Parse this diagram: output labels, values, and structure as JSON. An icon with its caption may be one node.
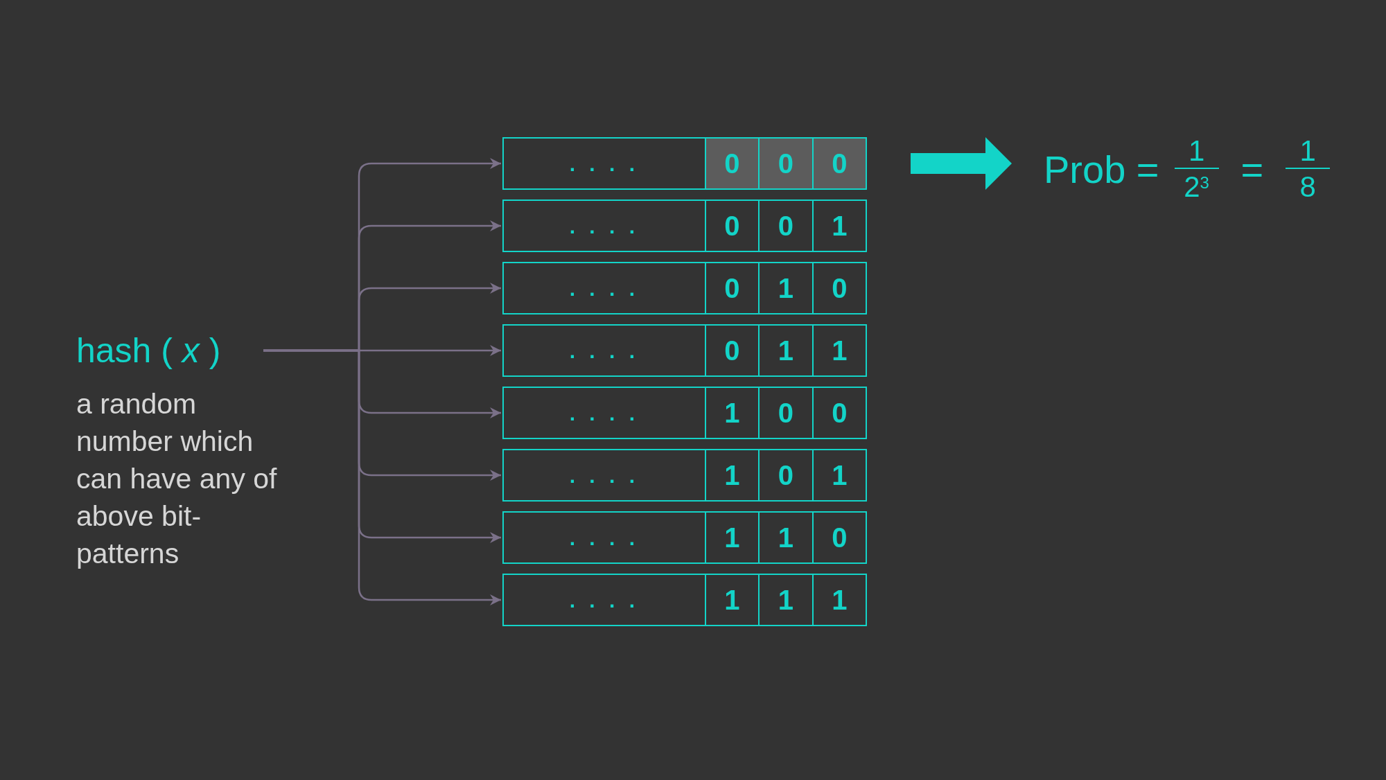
{
  "diagram": {
    "nodes": [
      {
        "text": [
          "hash ( *x* )"
        ],
        "beside": [
          "a random number which can have any of above bit-patterns"
        ]
      },
      {
        "text": [],
        "shape": "box"
      },
      {
        "text": [
          ". . . ."
        ],
        "in": 1
      },
      {
        "text": [
          "0"
        ],
        "in": 1
      },
      {
        "text": [
          "0"
        ],
        "in": 1
      },
      {
        "text": [
          "0"
        ],
        "in": 1
      },
      {
        "text": [],
        "shape": "box"
      },
      {
        "text": [
          ". . . ."
        ],
        "in": 6
      },
      {
        "text": [
          "0"
        ],
        "in": 6
      },
      {
        "text": [
          "0"
        ],
        "in": 6
      },
      {
        "text": [
          "1"
        ],
        "in": 6
      },
      {
        "text": [],
        "shape": "box"
      },
      {
        "text": [
          ". . . ."
        ],
        "in": 11
      },
      {
        "text": [
          "0"
        ],
        "in": 11
      },
      {
        "text": [
          "1"
        ],
        "in": 11
      },
      {
        "text": [
          "0"
        ],
        "in": 11
      },
      {
        "text": [],
        "shape": "box"
      },
      {
        "text": [
          ". . . ."
        ],
        "in": 16
      },
      {
        "text": [
          "0"
        ],
        "in": 16
      },
      {
        "text": [
          "1"
        ],
        "in": 16
      },
      {
        "text": [
          "1"
        ],
        "in": 16
      },
      {
        "text": [],
        "shape": "box"
      },
      {
        "text": [
          ". . . ."
        ],
        "in": 21
      },
      {
        "text": [
          "1"
        ],
        "in": 21
      },
      {
        "text": [
          "0"
        ],
        "in": 21
      },
      {
        "text": [
          "0"
        ],
        "in": 21
      },
      {
        "text": [],
        "shape": "box"
      },
      {
        "text": [
          ". . . ."
        ],
        "in": 26
      },
      {
        "text": [
          "1"
        ],
        "in": 26
      },
      {
        "text": [
          "0"
        ],
        "in": 26
      },
      {
        "text": [
          "1"
        ],
        "in": 26
      },
      {
        "text": [],
        "shape": "box"
      },
      {
        "text": [
          ". . . ."
        ],
        "in": 31
      },
      {
        "text": [
          "1"
        ],
        "in": 31
      },
      {
        "text": [
          "1"
        ],
        "in": 31
      },
      {
        "text": [
          "0"
        ],
        "in": 31
      },
      {
        "text": [],
        "shape": "box"
      },
      {
        "text": [
          ". . . ."
        ],
        "in": 36
      },
      {
        "text": [
          "1"
        ],
        "in": 36
      },
      {
        "text": [
          "1"
        ],
        "in": 36
      },
      {
        "text": [
          "1"
        ],
        "in": 36
      },
      {
        "text": [
          "Prob =",
          "1",
          "2$^{3}$",
          "=",
          "1",
          "8"
        ]
      }
    ],
    "edges": [
      {
        "from": 0,
        "to": 1,
        "arrow": "to"
      },
      {
        "from": 0,
        "to": 6,
        "arrow": "to"
      },
      {
        "from": 0,
        "to": 11,
        "arrow": "to"
      },
      {
        "from": 0,
        "to": 16,
        "arrow": "to"
      },
      {
        "from": 0,
        "to": 21,
        "arrow": "to"
      },
      {
        "from": 0,
        "to": 26,
        "arrow": "to"
      },
      {
        "from": 0,
        "to": 31,
        "arrow": "to"
      },
      {
        "from": 0,
        "to": 36,
        "arrow": "to"
      },
      {
        "from": 1,
        "to": 41,
        "arrow": "to",
        "style": "thick",
        "color": "#13d4c8"
      }
    ]
  }
}
